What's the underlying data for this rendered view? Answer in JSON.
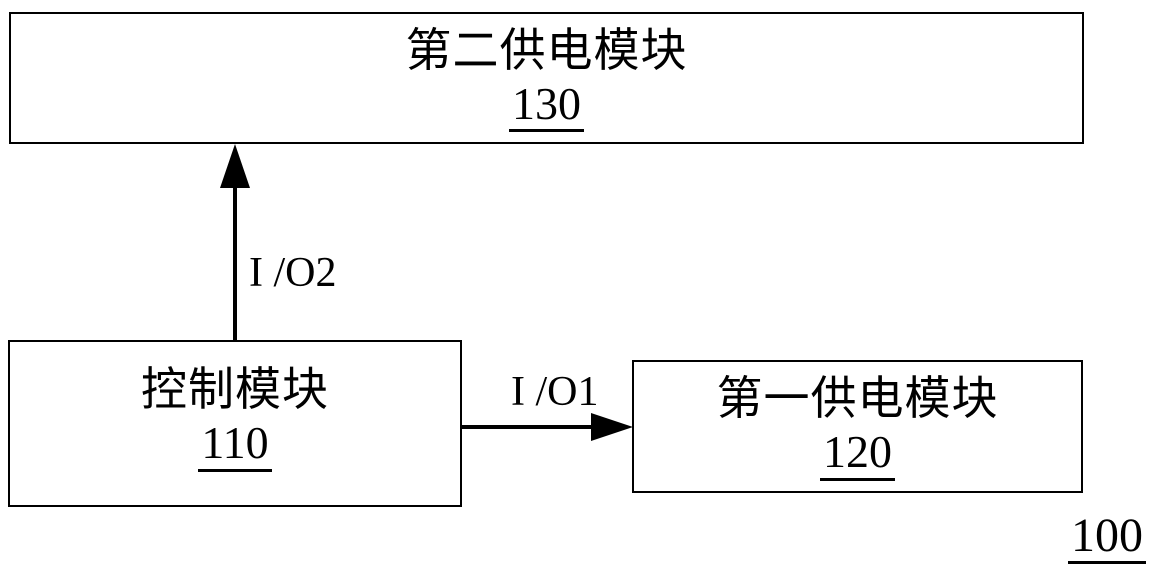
{
  "diagram": {
    "figure_label": "100",
    "nodes": [
      {
        "id": "second-power-module",
        "title": "第二供电模块",
        "ref": "130"
      },
      {
        "id": "control-module",
        "title": "控制模块",
        "ref": "110"
      },
      {
        "id": "first-power-module",
        "title": "第一供电模块",
        "ref": "120"
      }
    ],
    "edges": [
      {
        "from": "control-module",
        "to": "second-power-module",
        "label": "I /O2",
        "direction": "up"
      },
      {
        "from": "control-module",
        "to": "first-power-module",
        "label": "I /O1",
        "direction": "right"
      }
    ],
    "colors": {
      "line": "#000000",
      "background": "#ffffff"
    }
  }
}
